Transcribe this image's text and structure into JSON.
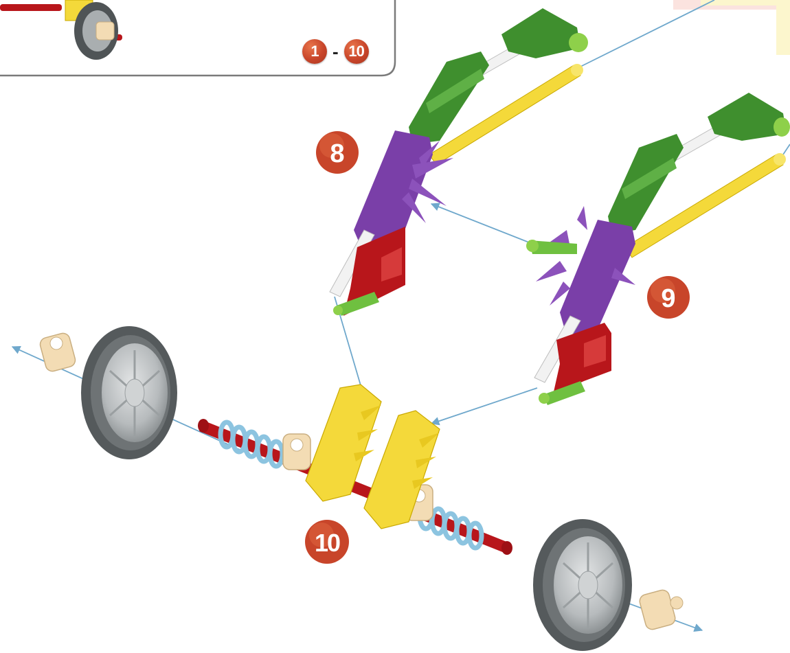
{
  "steps": {
    "range_start": "1",
    "range_sep": "-",
    "range_end": "10",
    "step_8": "8",
    "step_9": "9",
    "step_10": "10"
  },
  "colors": {
    "badge": "#c8452a",
    "arrow": "#6fa8cc",
    "green_connector": "#3f8f2e",
    "yellow_rod": "#f4d93a",
    "purple_connector": "#7a3fa8",
    "red_connector": "#b8161b",
    "white_rod": "#f2f2f2",
    "tire": "#555a5c",
    "hub": "#bfc3c5",
    "spring": "#8cc4e0",
    "spacer": "#f3dcb4"
  },
  "parts": [
    "previous-assembly-inset",
    "frame-assembly-8",
    "frame-assembly-9",
    "axle-assembly-10",
    "left-wheel",
    "right-wheel",
    "left-spring",
    "right-spring",
    "yellow-clip-left",
    "yellow-clip-right",
    "tan-spacer-left-outer",
    "tan-spacer-right-outer",
    "tan-spacer-left-inner",
    "tan-spacer-right-inner"
  ]
}
